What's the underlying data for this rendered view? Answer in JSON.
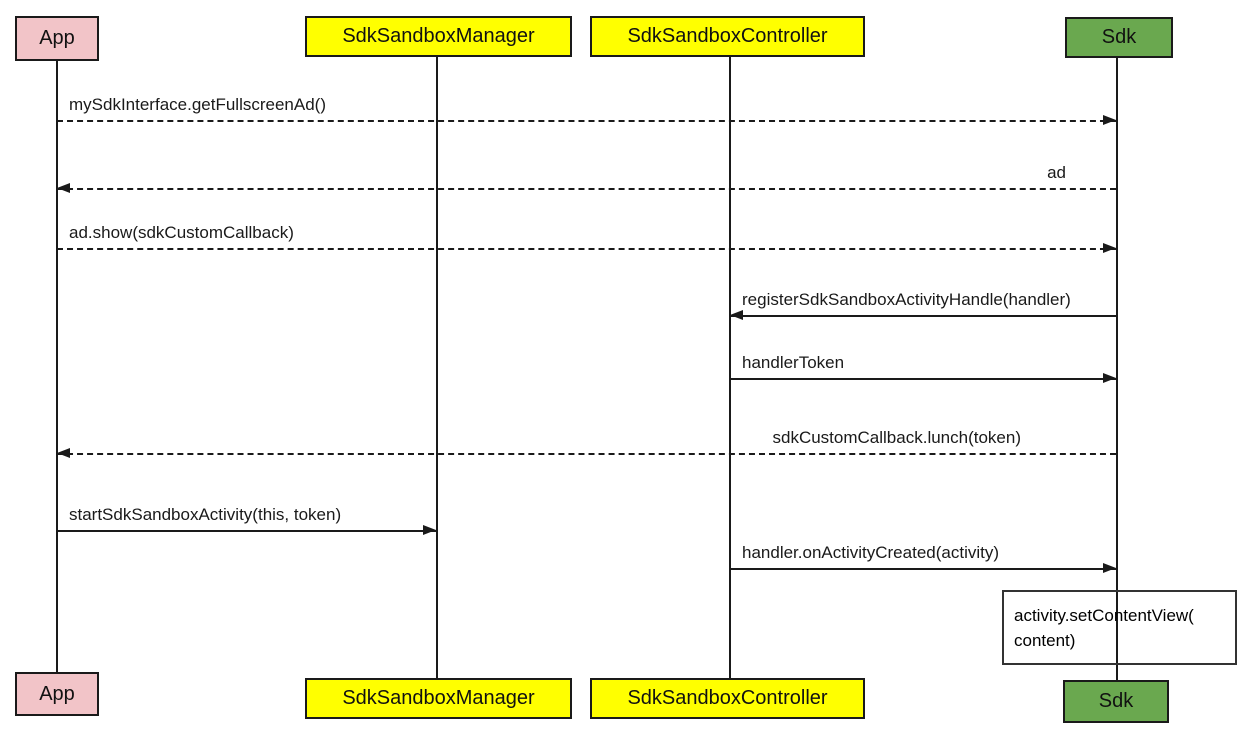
{
  "diagram": {
    "type": "uml-sequence-diagram",
    "participants": [
      {
        "id": "app",
        "label": "App",
        "fill": "#f2c4c8"
      },
      {
        "id": "sdk-sandbox-manager",
        "label": "SdkSandboxManager",
        "fill": "#ffff00"
      },
      {
        "id": "sdk-sandbox-controller",
        "label": "SdkSandboxController",
        "fill": "#ffff00"
      },
      {
        "id": "sdk",
        "label": "Sdk",
        "fill": "#6aa84f"
      }
    ],
    "messages": [
      {
        "label": "mySdkInterface.getFullscreenAd()",
        "from": "App",
        "to": "Sdk",
        "line": "dashed",
        "direction": "right"
      },
      {
        "label": "ad",
        "from": "Sdk",
        "to": "App",
        "line": "dashed",
        "direction": "left"
      },
      {
        "label": "ad.show(sdkCustomCallback)",
        "from": "App",
        "to": "Sdk",
        "line": "dashed",
        "direction": "right"
      },
      {
        "label": "registerSdkSandboxActivityHandle(handler)",
        "from": "Sdk",
        "to": "SdkSandboxController",
        "line": "solid",
        "direction": "left"
      },
      {
        "label": "handlerToken",
        "from": "SdkSandboxController",
        "to": "Sdk",
        "line": "solid",
        "direction": "right"
      },
      {
        "label": "sdkCustomCallback.lunch(token)",
        "from": "Sdk",
        "to": "App",
        "line": "dashed",
        "direction": "left"
      },
      {
        "label": "startSdkSandboxActivity(this, token)",
        "from": "App",
        "to": "SdkSandboxManager",
        "line": "solid",
        "direction": "right"
      },
      {
        "label": "handler.onActivityCreated(activity)",
        "from": "SdkSandboxController",
        "to": "Sdk",
        "line": "solid",
        "direction": "right"
      }
    ],
    "note": {
      "attached_to": "Sdk",
      "lines": [
        "activity.setContentView(",
        "content)"
      ]
    },
    "colors": {
      "app_fill": "#f2c4c8",
      "manager_fill": "#ffff00",
      "controller_fill": "#ffff00",
      "sdk_fill": "#6aa84f",
      "border": "#1a1a1a",
      "background": "#ffffff"
    }
  }
}
